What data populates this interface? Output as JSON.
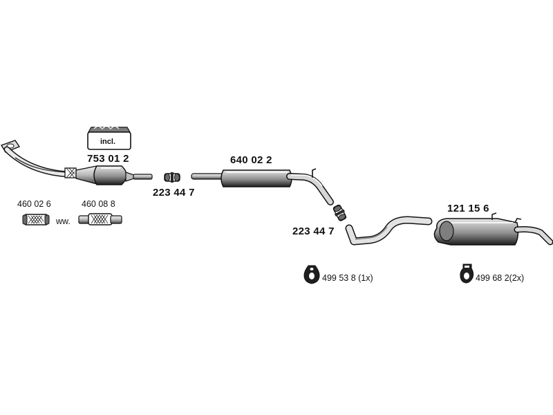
{
  "diagram": {
    "parts": [
      {
        "id": "catalyst",
        "number": "753 01 2"
      },
      {
        "id": "clamp-1",
        "number": "223 44 7"
      },
      {
        "id": "middle-silencer",
        "number": "640 02 2"
      },
      {
        "id": "clamp-2",
        "number": "223 44 7"
      },
      {
        "id": "rear-silencer",
        "number": "121 15 6"
      },
      {
        "id": "flex-pipe-a",
        "number": "460 02 6"
      },
      {
        "id": "flex-pipe-b",
        "number": "460 08 8"
      },
      {
        "id": "rubber-mount-1",
        "number": "499 53 8 (1x)"
      },
      {
        "id": "rubber-mount-2",
        "number": "499 68 2(2x)"
      }
    ],
    "incl_label": "incl.",
    "alternative_label": "ww."
  },
  "colors": {
    "line": "#111111",
    "fill_light": "#d8d8d8",
    "fill_mid": "#9a9a9a",
    "fill_dark": "#3a3a3a"
  }
}
